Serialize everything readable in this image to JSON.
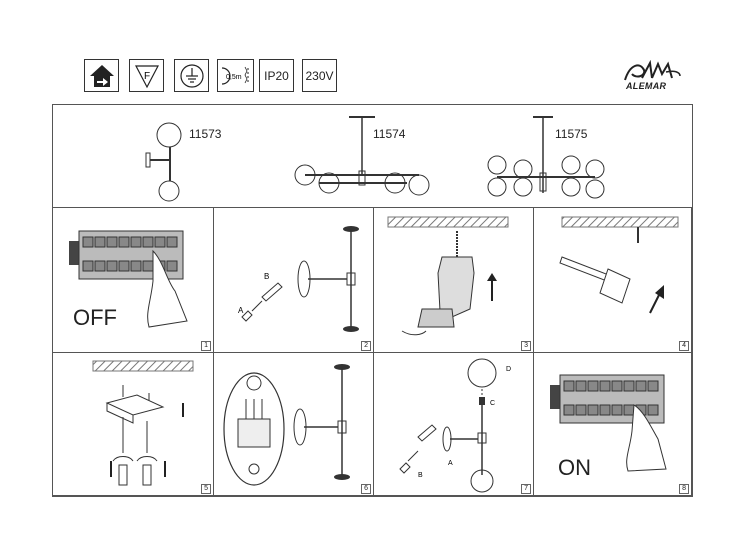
{
  "header_symbols": [
    {
      "name": "class-II-house-icon"
    },
    {
      "name": "f-mark-icon",
      "label": "F"
    },
    {
      "name": "earth-ground-icon"
    },
    {
      "name": "distance-lamp-icon",
      "label": "0,5m"
    },
    {
      "name": "ip-rating",
      "label": "IP20"
    },
    {
      "name": "voltage",
      "label": "230V"
    }
  ],
  "brand": {
    "name": "ALEMAR"
  },
  "models": [
    {
      "code": "11573"
    },
    {
      "code": "11574"
    },
    {
      "code": "11575"
    }
  ],
  "steps": [
    {
      "num": "1",
      "word": "OFF"
    },
    {
      "num": "2",
      "labels": [
        "A",
        "B"
      ]
    },
    {
      "num": "3"
    },
    {
      "num": "4"
    },
    {
      "num": "5"
    },
    {
      "num": "6"
    },
    {
      "num": "7",
      "labels": [
        "A",
        "B",
        "C",
        "D"
      ]
    },
    {
      "num": "8",
      "word": "ON"
    }
  ]
}
